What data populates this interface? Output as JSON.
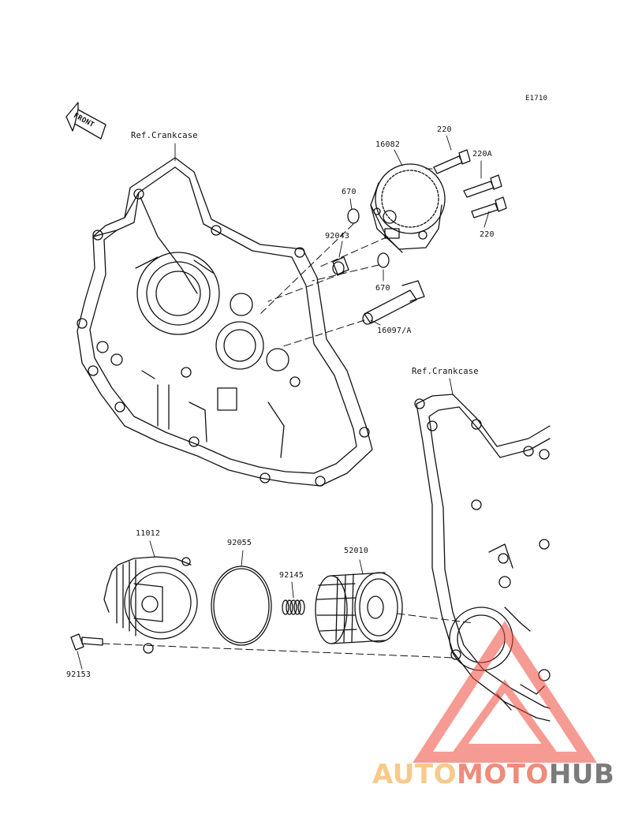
{
  "diagram_code": "E1710",
  "front_label": "FRONT",
  "ref_top": "Ref.Crankcase",
  "ref_right": "Ref.Crankcase",
  "parts": {
    "p16082": "16082",
    "p220_top": "220",
    "p220A": "220A",
    "p220_bottom": "220",
    "p670_top": "670",
    "p92043": "92043",
    "p670_bottom": "670",
    "p16097": "16097/A",
    "p11012": "11012",
    "p92055": "92055",
    "p92145": "92145",
    "p52010": "52010",
    "p92153": "92153"
  },
  "watermark": {
    "part1": "AUTO",
    "part2": "MOTO",
    "part3": "HUB",
    "color1": "#f7c98a",
    "color2": "#f08b7a",
    "color3": "#7b7b7b",
    "logo_color": "#ee4a3c"
  }
}
